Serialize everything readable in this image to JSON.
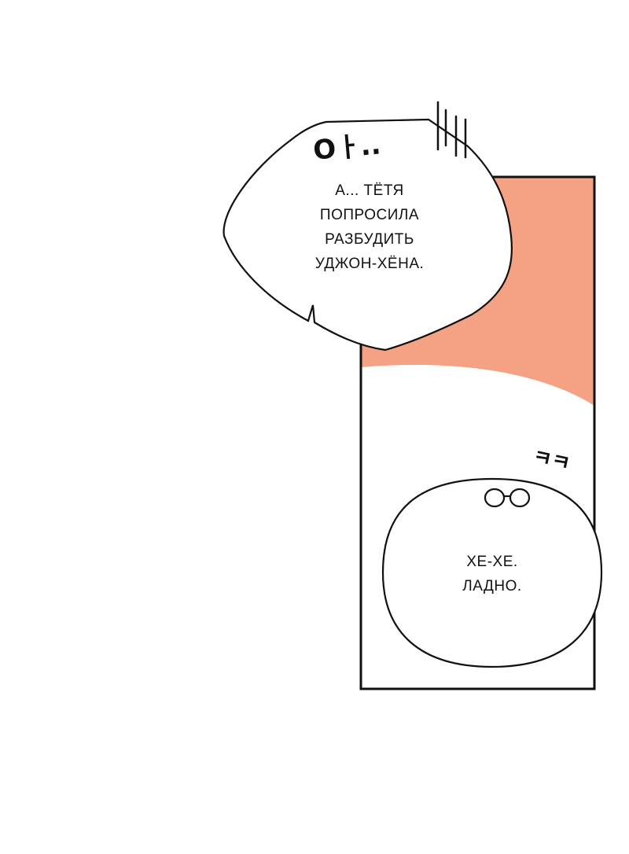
{
  "panel": {
    "bg_color": "#f4a283",
    "frame_color": "#111111"
  },
  "bubble_top": {
    "sfx": "Oㅏ..",
    "lines": [
      "А... ТЁТЯ",
      "ПОПРОСИЛА",
      "РАЗБУДИТЬ",
      "УДЖОН-ХЁНА."
    ]
  },
  "bubble_bottom": {
    "sfx": "ㅋㅋ",
    "lines": [
      "ХЕ-ХЕ.",
      "ЛАДНО."
    ]
  }
}
